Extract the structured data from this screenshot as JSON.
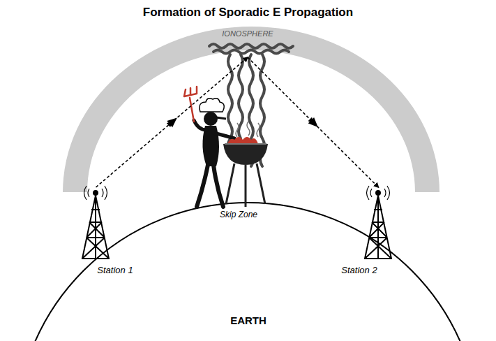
{
  "diagram": {
    "title": "Formation of Sporadic E Propagation",
    "nodes": [
      {
        "text": [
          "IONOSPHERE"
        ]
      },
      {
        "text": [
          "Station 1"
        ]
      },
      {
        "text": [
          "Station 2"
        ]
      }
    ],
    "edges": [
      {
        "from": 1,
        "to": 0,
        "arrow": "to"
      },
      {
        "from": 0,
        "to": 2,
        "arrow": "to"
      }
    ],
    "labels": [
      "Skip Zone",
      "EARTH"
    ]
  }
}
